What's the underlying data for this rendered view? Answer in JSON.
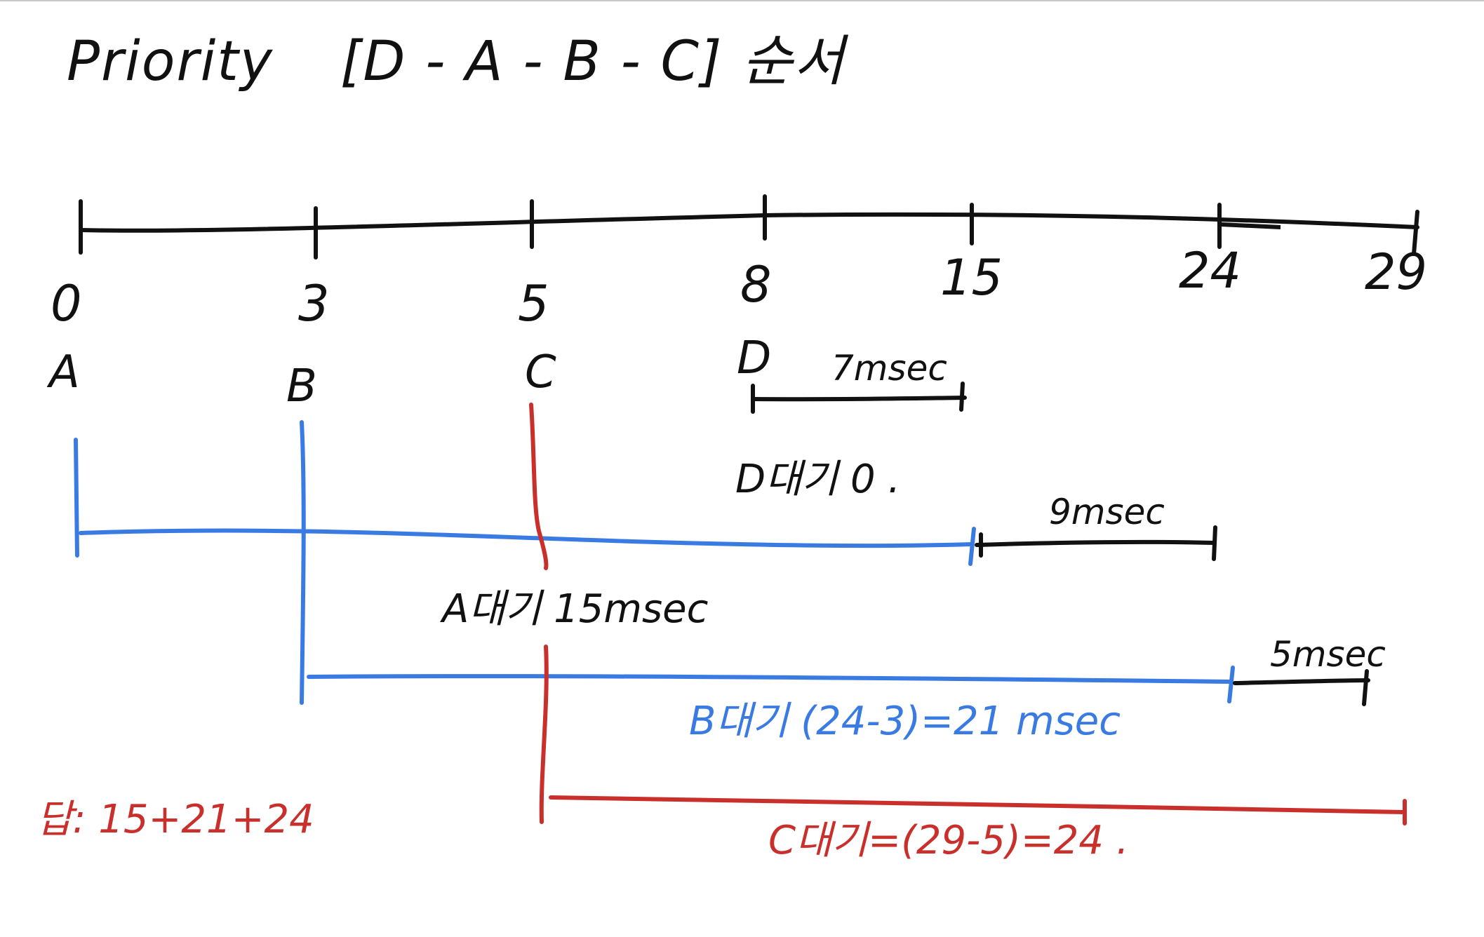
{
  "title": {
    "label": "Priority",
    "order": "[D - A - B - C] 순서"
  },
  "timeline": {
    "ticks": [
      "0",
      "3",
      "5",
      "8",
      "15",
      "24",
      "29"
    ]
  },
  "processes": {
    "a": "A",
    "b": "B",
    "c": "C",
    "d": "D"
  },
  "durations": {
    "d_burst": "7msec",
    "a_burst": "9msec",
    "b_burst": "5msec"
  },
  "waits": {
    "d": "D대기 0 .",
    "a": "A대기 15msec",
    "b": "B대기  (24-3)=21 msec",
    "c": "C대기=(29-5)=24 ."
  },
  "answer": "답: 15+21+24",
  "colors": {
    "ink": "#111111",
    "blue": "#3a7be3",
    "red": "#c9302c"
  }
}
